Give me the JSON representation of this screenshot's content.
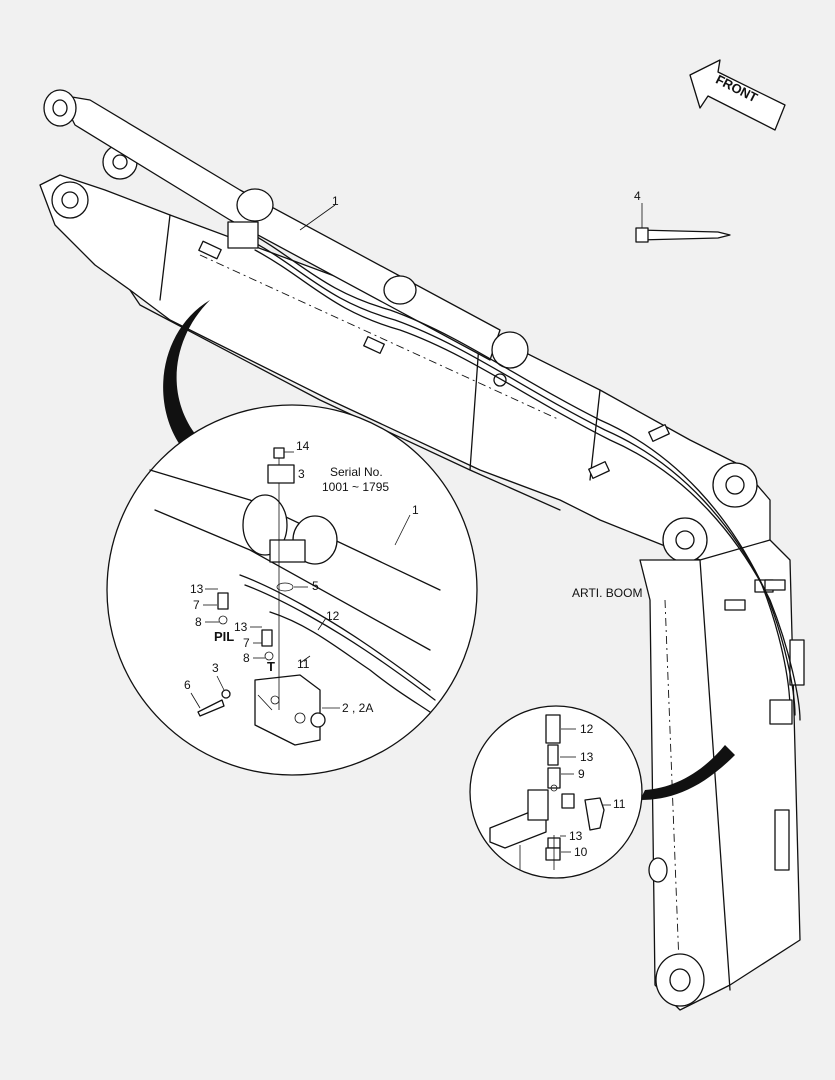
{
  "front_arrow": {
    "label": "FRONT"
  },
  "serial_note": {
    "line1": "Serial No.",
    "line2": "1001 ~ 1795"
  },
  "boom_label": "ARTI. BOOM",
  "callouts": {
    "c1_main": "1",
    "c4": "4",
    "c14": "14",
    "c3_top": "3",
    "c1_detail": "1",
    "c5": "5",
    "c12_detail": "12",
    "c11_detail": "11",
    "c13_a": "13",
    "c7_a": "7",
    "c8_a": "8",
    "c13_b": "13",
    "c7_b": "7",
    "c8_b": "8",
    "c3_bottom": "3",
    "c6": "6",
    "c2": "2 , 2A",
    "c12_right": "12",
    "c13_right_a": "13",
    "c9": "9",
    "c11_right": "11",
    "c13_right_b": "13",
    "c10": "10"
  },
  "port_labels": {
    "pil": "PIL",
    "t": "T"
  }
}
